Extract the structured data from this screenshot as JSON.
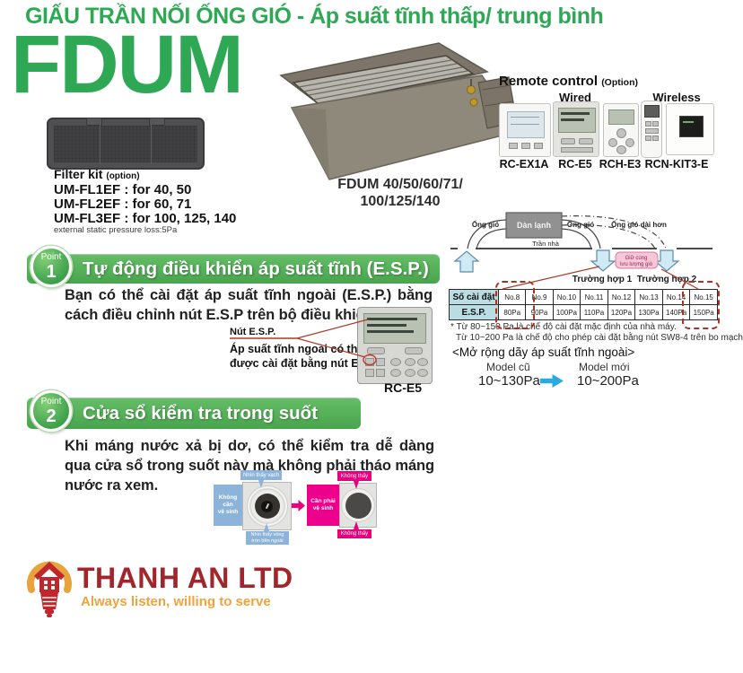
{
  "header": {
    "title": "GIẤU TRẦN NỐI ỐNG GIÓ - Áp suất tĩnh thấp/ trung bình",
    "model_name": "FDUM"
  },
  "product": {
    "caption_line1": "FDUM 40/50/60/71/",
    "caption_line2": "100/125/140"
  },
  "remote_control": {
    "heading": "Remote control",
    "heading_note": "(Option)",
    "wired_label": "Wired",
    "wireless_label": "Wireless",
    "models": [
      "RC-EX1A",
      "RC-E5",
      "RCH-E3",
      "RCN-KIT3-E"
    ]
  },
  "filter_kit": {
    "heading": "Filter kit",
    "heading_note": "(option)",
    "lines": [
      "UM-FL1EF : for 40, 50",
      "UM-FL2EF : for 60, 71",
      "UM-FL3EF : for 100, 125, 140"
    ],
    "note": "external static pressure loss:5Pa"
  },
  "point1": {
    "badge_label": "Point",
    "badge_number": "1",
    "title": "Tự động điều khiển áp suất tĩnh (E.S.P.)",
    "body": "Bạn có thể cài đặt áp suất tĩnh ngoài (E.S.P.) bằng cách điều chỉnh nút E.S.P trên bộ điều khiển dây.",
    "callout_label": "Nút E.S.P.",
    "callout_desc_line1": "Áp suất tĩnh ngoài có thể",
    "callout_desc_line2": "được cài đặt bằng nút E.S.P.",
    "remote_name": "RC-E5"
  },
  "duct_diagram": {
    "duct_left_label": "Ống gió",
    "indoor_unit_label": "Dàn lạnh",
    "duct_right_label": "Ống gió",
    "duct_longer_label": "Ống gió dài hơn",
    "ceiling_label": "Trần nhà",
    "airflow_note_line1": "Giữ cùng",
    "airflow_note_line2": "lưu lượng gió",
    "case1_label": "Trường hợp 1",
    "case2_label": "Trường hợp 2"
  },
  "esp_table": {
    "setting_row_header": "Số cài đặt",
    "esp_row_header": "E.S.P.",
    "settings": [
      "No.8",
      "No.9",
      "No.10",
      "No.11",
      "No.12",
      "No.13",
      "No.14",
      "No.15"
    ],
    "pressures": [
      "80Pa",
      "90Pa",
      "100Pa",
      "110Pa",
      "120Pa",
      "130Pa",
      "140Pa",
      "150Pa"
    ],
    "footnote_line1": "* Từ 80~150 Pa là chế độ cài đặt mặc định của nhà máy.",
    "footnote_line2": "Từ 10~200 Pa là chế độ cho phép cài đặt bằng nút SW8-4 trên bo mạch",
    "expand_heading": "<Mở rộng dãy áp suất tĩnh ngoài>",
    "old_model_label": "Model cũ",
    "new_model_label": "Model mới",
    "old_range": "10~130Pa",
    "new_range": "10~200Pa"
  },
  "point2": {
    "badge_label": "Point",
    "badge_number": "2",
    "title": "Cửa sổ kiểm tra trong suốt",
    "body": "Khi máng nước xả bị dơ, có thể kiểm tra dễ dàng qua cửa sổ trong suốt này mà không phải tháo máng nước ra xem.",
    "clean_box_line1": "Không cần",
    "clean_box_line2": "vệ sinh",
    "dirty_box_line1": "Cần phải",
    "dirty_box_line2": "vệ sinh",
    "see_mark_label": "Nhìn thấy vạch",
    "see_ring_line1": "Nhìn thấy vòng",
    "see_ring_line2": "tròn bên ngoài",
    "not_see_top_label": "Không thấy",
    "not_see_bottom_label": "Không thấy"
  },
  "footer": {
    "company": "THANH AN LTD",
    "slogan": "Always listen, willing to serve"
  },
  "colors": {
    "brand_green": "#2fa855",
    "banner_green": "#4aa54d",
    "table_header_bg": "#b9dde2",
    "highlight_red": "#a93226",
    "magenta": "#e6007e",
    "callout_blue": "#8cb4da",
    "arrow_blue": "#29abe2",
    "logo_red": "#a1262c",
    "logo_gold": "#e8a33d"
  }
}
